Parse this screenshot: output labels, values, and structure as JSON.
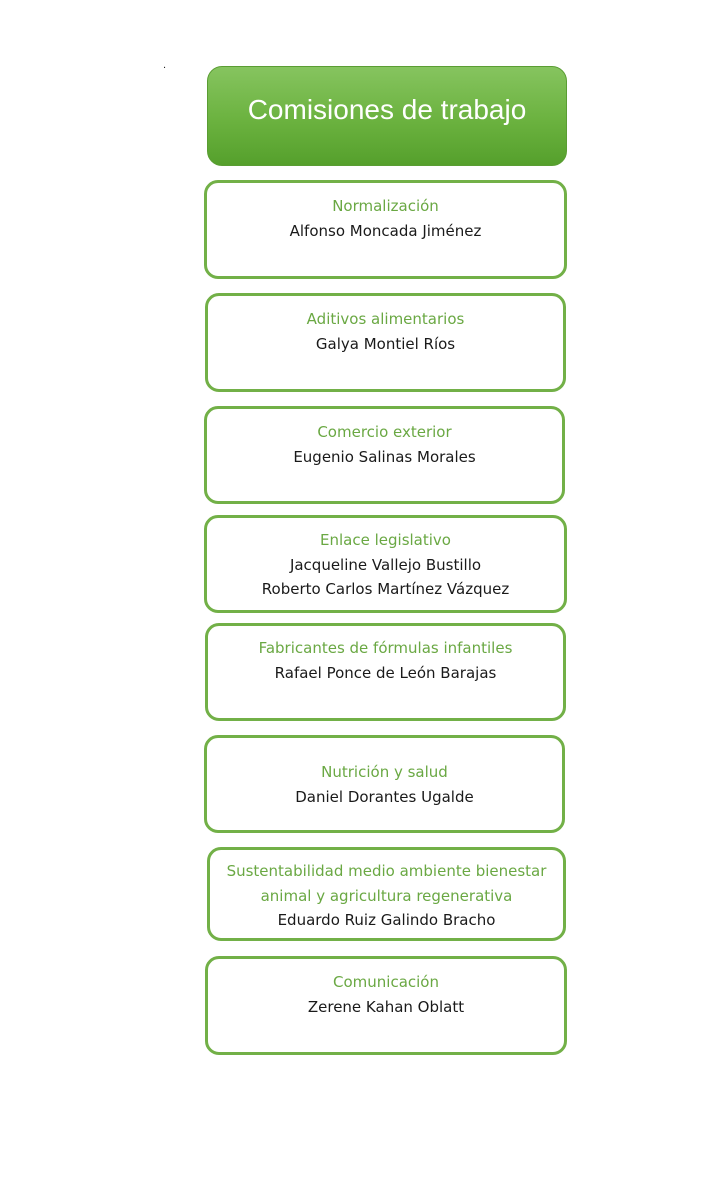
{
  "dot": ".",
  "header": {
    "title": "Comisiones de trabajo"
  },
  "commissions": [
    {
      "name": "Normalización",
      "members": [
        "Alfonso Moncada Jiménez"
      ]
    },
    {
      "name": "Aditivos alimentarios",
      "members": [
        "Galya Montiel Ríos"
      ]
    },
    {
      "name": "Comercio exterior",
      "members": [
        "Eugenio Salinas Morales"
      ]
    },
    {
      "name": "Enlace legislativo",
      "members": [
        "Jacqueline Vallejo Bustillo",
        "Roberto Carlos Martínez Vázquez"
      ]
    },
    {
      "name": "Fabricantes de fórmulas infantiles",
      "members": [
        "Rafael Ponce de León Barajas"
      ]
    },
    {
      "name": "Nutrición y salud",
      "members": [
        "Daniel Dorantes Ugalde"
      ]
    },
    {
      "name_lines": [
        "Sustentabilidad medio ambiente bienestar",
        "animal y agricultura regenerativa"
      ],
      "members": [
        "Eduardo Ruiz Galindo Bracho"
      ]
    },
    {
      "name": "Comunicación",
      "members": [
        "Zerene Kahan Oblatt"
      ]
    }
  ],
  "colors": {
    "accent_green": "#72b047",
    "header_green": "#6bb23f",
    "commission_text": "#6aa843",
    "member_text": "#1a1a1a"
  }
}
